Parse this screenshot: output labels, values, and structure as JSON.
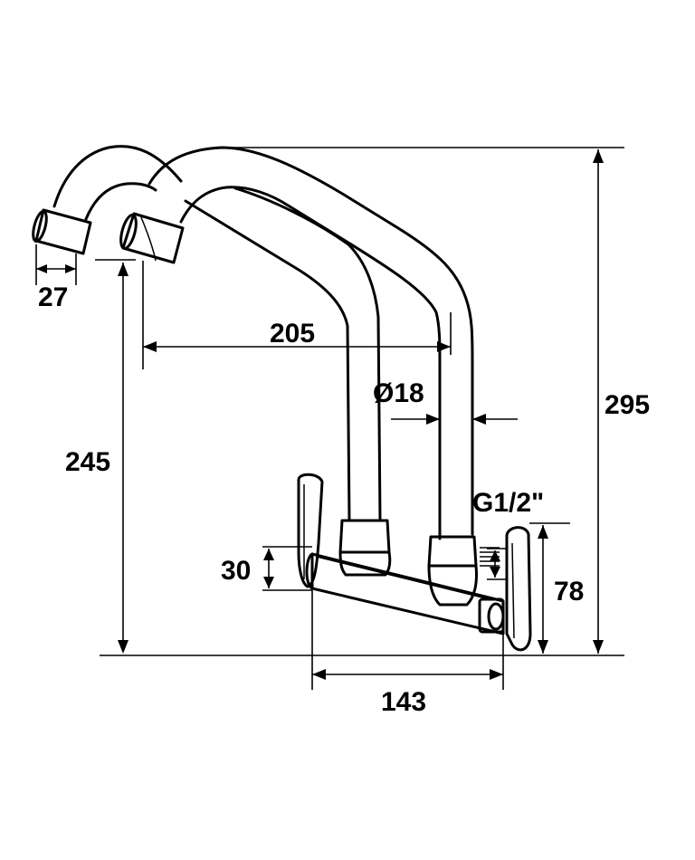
{
  "dimensions": {
    "aerator_width": "27",
    "spout_reach": "205",
    "tube_diameter": "Ø18",
    "thread": "G1/2\"",
    "outlet_height": "245",
    "total_height": "295",
    "body_height": "30",
    "handle_height": "78",
    "center_distance": "143"
  },
  "colors": {
    "line": "#000000",
    "background": "#ffffff"
  }
}
